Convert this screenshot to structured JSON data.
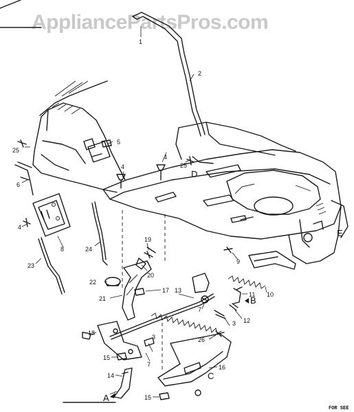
{
  "watermark": "AppliancePartsPros.com",
  "parts": [
    {
      "num": "1"
    },
    {
      "num": "2"
    },
    {
      "num": "3"
    },
    {
      "num": "4"
    },
    {
      "num": "5"
    },
    {
      "num": "6"
    },
    {
      "num": "7"
    },
    {
      "num": "8"
    },
    {
      "num": "9"
    },
    {
      "num": "10"
    },
    {
      "num": "11"
    },
    {
      "num": "12"
    },
    {
      "num": "13"
    },
    {
      "num": "14"
    },
    {
      "num": "15"
    },
    {
      "num": "16"
    },
    {
      "num": "17"
    },
    {
      "num": "18"
    },
    {
      "num": "19"
    },
    {
      "num": "20"
    },
    {
      "num": "21"
    },
    {
      "num": "22"
    },
    {
      "num": "23"
    },
    {
      "num": "24"
    },
    {
      "num": "25"
    },
    {
      "num": "26"
    }
  ],
  "reference_letters": [
    "A",
    "B",
    "C",
    "D",
    "E"
  ],
  "footer_note": "FOR SEE"
}
